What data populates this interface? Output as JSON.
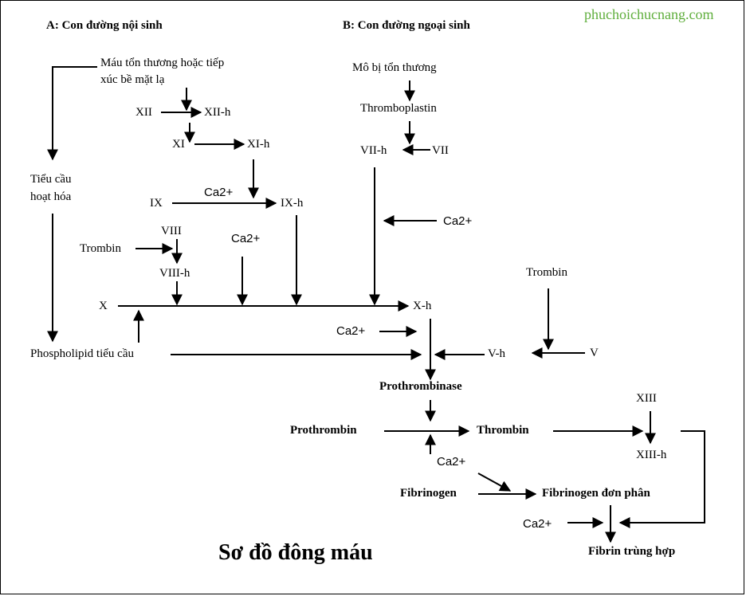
{
  "watermark": "phuchoichucnang.com",
  "headings": {
    "intrinsic": "A: Con đường nội sinh",
    "extrinsic": "B: Con đường ngoại sinh"
  },
  "intrinsic": {
    "trigger_line1": "Máu tổn thương hoặc tiếp",
    "trigger_line2": "xúc bề mặt lạ",
    "xii": "XII",
    "xii_h": "XII-h",
    "xi": "XI",
    "xi_h": "XI-h",
    "ix": "IX",
    "ca_ix": "Ca2+",
    "ix_h": "IX-h",
    "viii": "VIII",
    "trombin": "Trombin",
    "viii_h": "VIII-h",
    "ca_x": "Ca2+",
    "platelet_line1": "Tiểu cầu",
    "platelet_line2": "hoạt hóa",
    "phospholipid": "Phospholipid tiểu cầu"
  },
  "extrinsic": {
    "tissue": "Mô bị tổn thương",
    "thromboplastin": "Thromboplastin",
    "vii_h": "VII-h",
    "vii": "VII",
    "ca": "Ca2+"
  },
  "common": {
    "x": "X",
    "x_h": "X-h",
    "ca_xh": "Ca2+",
    "trombin_v": "Trombin",
    "v": "V",
    "v_h": "V-h",
    "prothrombinase": "Prothrombinase",
    "prothrombin": "Prothrombin",
    "thrombin": "Thrombin",
    "ca_pt": "Ca2+",
    "xiii": "XIII",
    "xiii_h": "XIII-h",
    "fibrinogen": "Fibrinogen",
    "fibrinogen_monomer": "Fibrinogen đơn phân",
    "ca_fibrin": "Ca2+",
    "fibrin_polymer": "Fibrin trùng hợp"
  },
  "title": "Sơ đồ đông máu"
}
